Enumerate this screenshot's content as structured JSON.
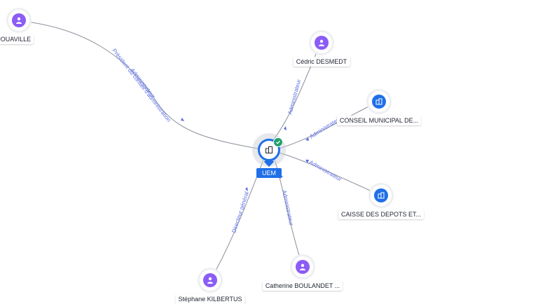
{
  "center": {
    "label": "UEM",
    "icon": "building-icon",
    "status_icon": "verified-check-icon"
  },
  "nodes": [
    {
      "id": "jouaville",
      "label": "oël JOUAVILLE",
      "kind": "person",
      "icon": "person-icon"
    },
    {
      "id": "desmedt",
      "label": "Cédric DESMEDT",
      "kind": "person",
      "icon": "person-icon"
    },
    {
      "id": "conseil",
      "label": "CONSEIL MUNICIPAL DE...",
      "kind": "org",
      "icon": "building-icon"
    },
    {
      "id": "caisse",
      "label": "CAISSE DES DEPOTS ET...",
      "kind": "org",
      "icon": "building-icon"
    },
    {
      "id": "boulandet",
      "label": "Catherine BOULANDET ...",
      "kind": "person",
      "icon": "person-icon"
    },
    {
      "id": "kilbertus",
      "label": "Stéphane KILBERTUS",
      "kind": "person",
      "icon": "person-icon"
    }
  ],
  "edges": [
    {
      "to": "jouaville",
      "label": "Président du conseil d'administration",
      "label2": "Administrateur"
    },
    {
      "to": "desmedt",
      "label": "Administrateur"
    },
    {
      "to": "conseil",
      "label": "Administrateur"
    },
    {
      "to": "caisse",
      "label": "Administrateur"
    },
    {
      "to": "boulandet",
      "label": "Administrateur"
    },
    {
      "to": "kilbertus",
      "label": "Directeur général"
    }
  ],
  "colors": {
    "person": "#8b5cf6",
    "org": "#1f6fe8",
    "edge_label": "#5b6ee6",
    "verified": "#22a06b"
  }
}
